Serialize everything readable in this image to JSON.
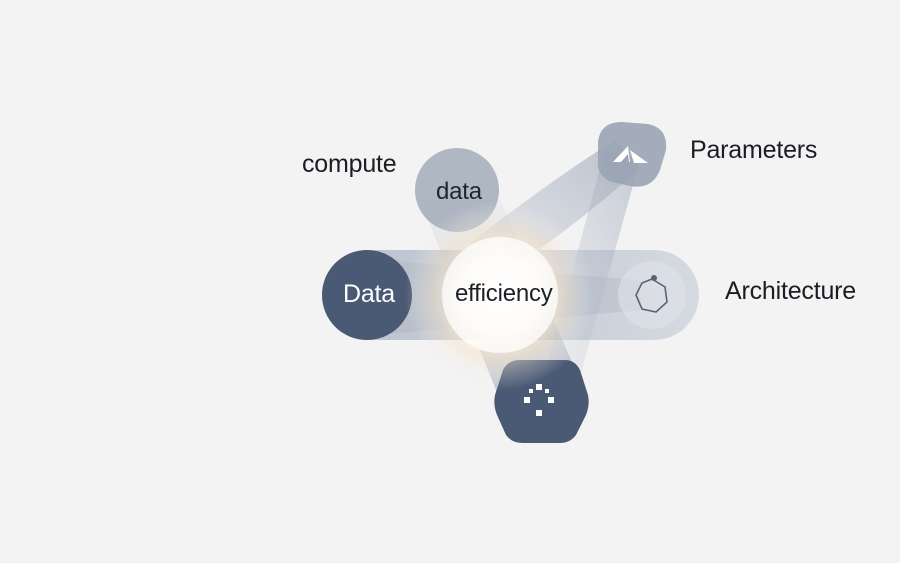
{
  "diagram": {
    "external_labels": {
      "compute": "compute",
      "parameters": "Parameters",
      "architecture": "Architecture"
    },
    "nodes": {
      "data_upper": "data",
      "data_left": "Data",
      "center": "efficiency"
    },
    "icons": {
      "parameters_node": "triangle-arrows-icon",
      "architecture_node": "hexagon-outline-icon",
      "bottom_node": "dotted-square-icon"
    },
    "colors": {
      "background": "#f3f3f4",
      "node_dark": "#4b5a74",
      "node_light": "#a7afbd",
      "band": "#c4cad4",
      "glow": "#fff6e6",
      "text": "#1b1d22"
    }
  }
}
